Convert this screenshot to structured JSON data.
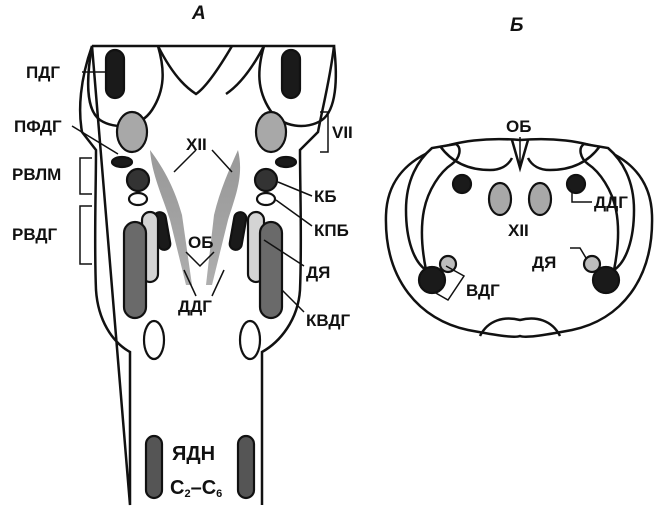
{
  "panels": {
    "a": "А",
    "b": "Б"
  },
  "labels_a": {
    "pdg": "ПДГ",
    "pfdg": "ПФДГ",
    "rvlm": "РВЛМ",
    "rvdg": "РВДГ",
    "xii": "XII",
    "vii": "VII",
    "kb": "КБ",
    "kpb": "КПБ",
    "ob": "ОБ",
    "dya": "ДЯ",
    "ddg": "ДДГ",
    "kvdg": "КВДГ",
    "yadn": "ЯДН",
    "seg_c": "C",
    "seg_from": "2",
    "seg_dash": "–C",
    "seg_to": "6"
  },
  "labels_b": {
    "ob": "ОБ",
    "xii": "XII",
    "ddg": "ДДГ",
    "dya": "ДЯ",
    "vdg": "ВДГ"
  },
  "colors": {
    "dark_group": "#1a1a1a",
    "medium_group": "#555555",
    "light_group": "#a8a8a8",
    "hatched_fibers": "#8a8a8a",
    "outline": "#111111"
  }
}
